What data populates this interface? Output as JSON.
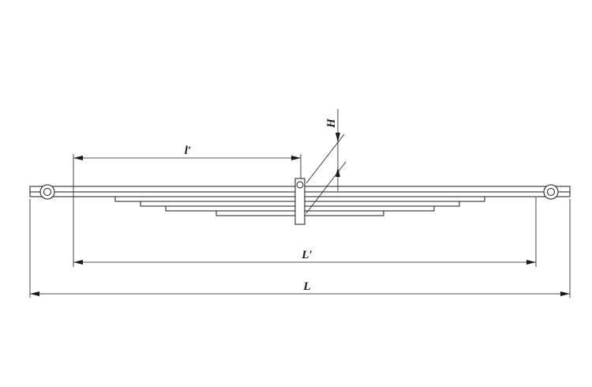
{
  "labels": {
    "height": "H",
    "half_span": "l′",
    "span": "L′",
    "total_length": "L"
  }
}
